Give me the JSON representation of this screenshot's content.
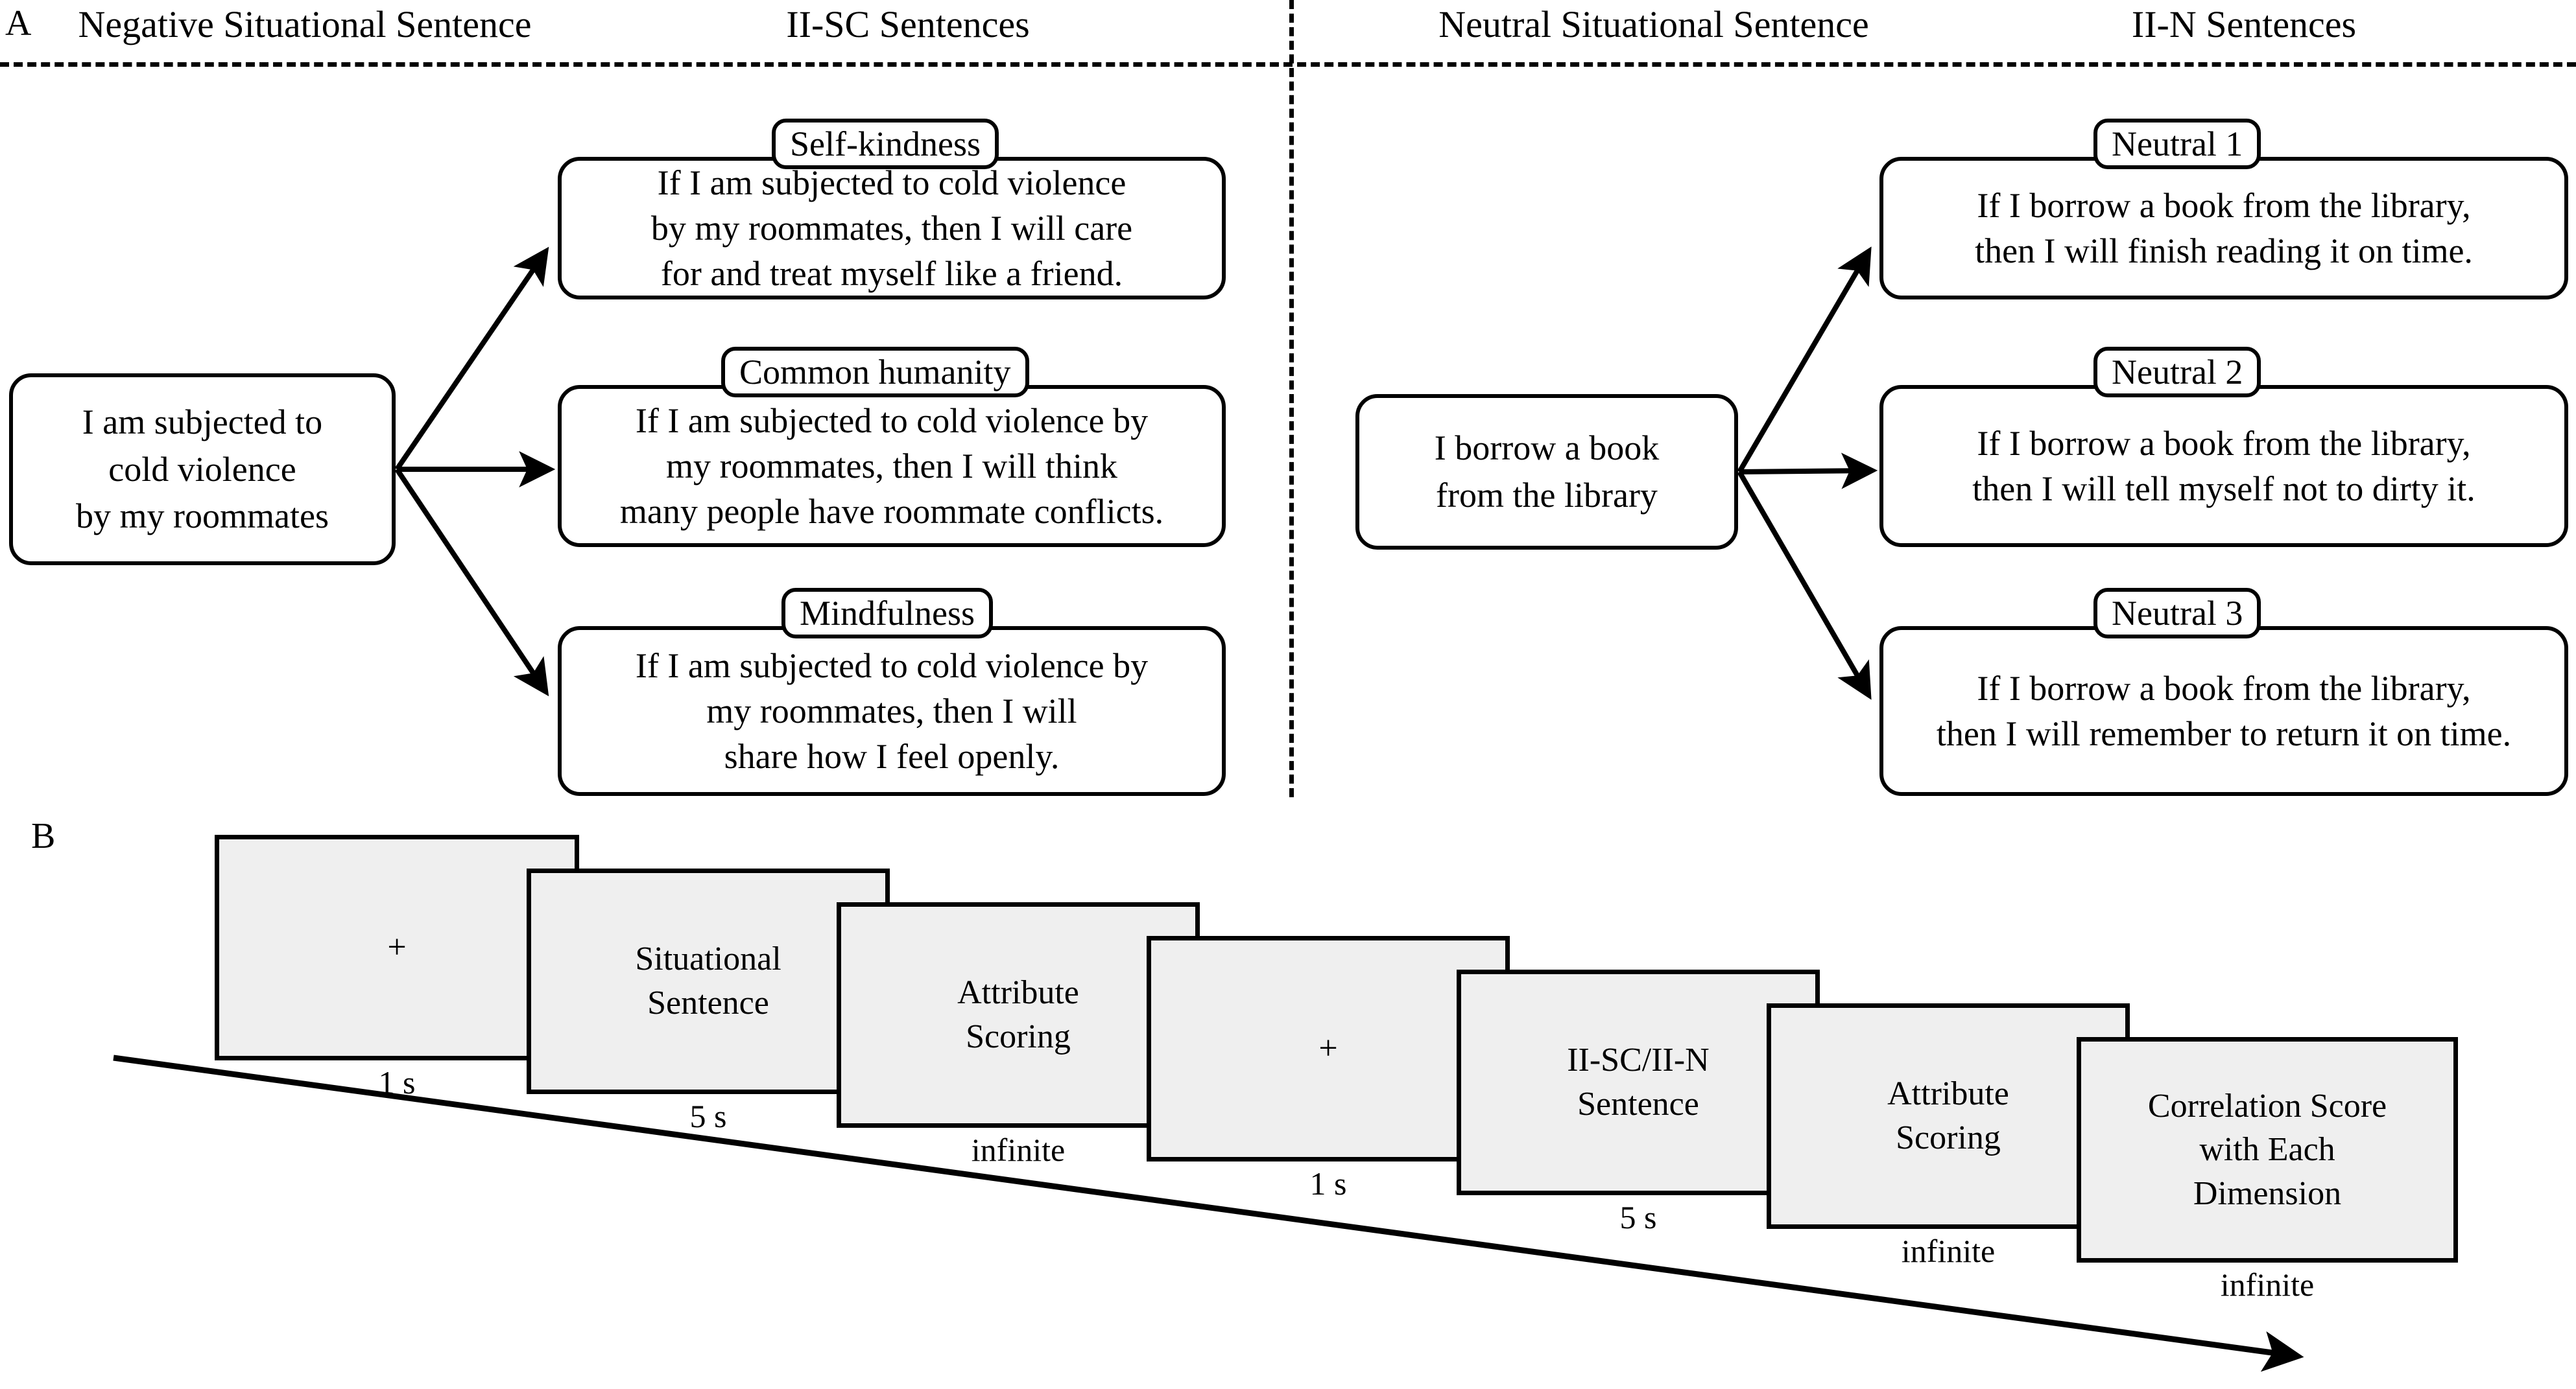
{
  "panelA": {
    "letter": "A",
    "headers": [
      "Negative Situational Sentence",
      "II-SC Sentences",
      "Neutral Situational Sentence",
      "II-N Sentences"
    ],
    "negative": {
      "source": "I am subjected to cold violence by my roommates",
      "source_lines": [
        "I am subjected to",
        "cold violence",
        "by my roommates"
      ],
      "branches": [
        {
          "tab": "Self-kindness",
          "text": "If I am subjected to cold violence by my roommates, then I will care for and treat myself like a friend.",
          "lines": [
            "If I am subjected to cold violence",
            "by my roommates, then I will care",
            "for and treat myself like a friend."
          ]
        },
        {
          "tab": "Common humanity",
          "text": "If I am subjected to cold violence by my roommates, then I will  think many people have roommate conflicts.",
          "lines": [
            "If I am subjected to cold violence by",
            "my roommates, then I will  think",
            "many people have roommate conflicts."
          ]
        },
        {
          "tab": "Mindfulness",
          "text": "If I am subjected to cold violence by my roommates, then I will share how I feel openly.",
          "lines": [
            "If I am subjected to cold violence by",
            "my roommates, then I will",
            "share how I feel openly."
          ]
        }
      ]
    },
    "neutral": {
      "source": "I borrow a book from the library",
      "source_lines": [
        "I borrow a book",
        "from the library"
      ],
      "branches": [
        {
          "tab": "Neutral 1",
          "text": "If I borrow a book from the library, then I will finish reading it on time.",
          "lines": [
            "If I borrow a book from the library,",
            "then I will finish reading it on time."
          ]
        },
        {
          "tab": "Neutral 2",
          "text": "If I borrow a book from the library, then I will tell myself not to dirty it.",
          "lines": [
            "If I borrow a book from the library,",
            "then I will tell myself not to dirty it."
          ]
        },
        {
          "tab": "Neutral 3",
          "text": "If I borrow a book from the library, then I will remember to return it on time.",
          "lines": [
            "If I borrow a book from the library,",
            "then I will remember to return it on time."
          ]
        }
      ]
    }
  },
  "panelB": {
    "letter": "B",
    "steps": [
      {
        "content": "+",
        "lines": [
          "+"
        ],
        "duration": "1 s"
      },
      {
        "content": "Situational Sentence",
        "lines": [
          "Situational",
          "Sentence"
        ],
        "duration": "5 s"
      },
      {
        "content": "Attribute Scoring",
        "lines": [
          "Attribute",
          "Scoring"
        ],
        "duration": "infinite"
      },
      {
        "content": "+",
        "lines": [
          "+"
        ],
        "duration": "1 s"
      },
      {
        "content": "II-SC/II-N Sentence",
        "lines": [
          "II-SC/II-N",
          "Sentence"
        ],
        "duration": "5 s"
      },
      {
        "content": "Attribute Scoring",
        "lines": [
          "Attribute",
          "Scoring"
        ],
        "duration": "infinite"
      },
      {
        "content": "Correlation Score with Each Dimension",
        "lines": [
          "Correlation Score",
          "with Each",
          "Dimension"
        ],
        "duration": "infinite"
      }
    ],
    "timeline_arrow": "time-arrow"
  },
  "colors": {
    "stroke": "#000000",
    "screen_fill": "#efefef",
    "background": "#ffffff"
  }
}
